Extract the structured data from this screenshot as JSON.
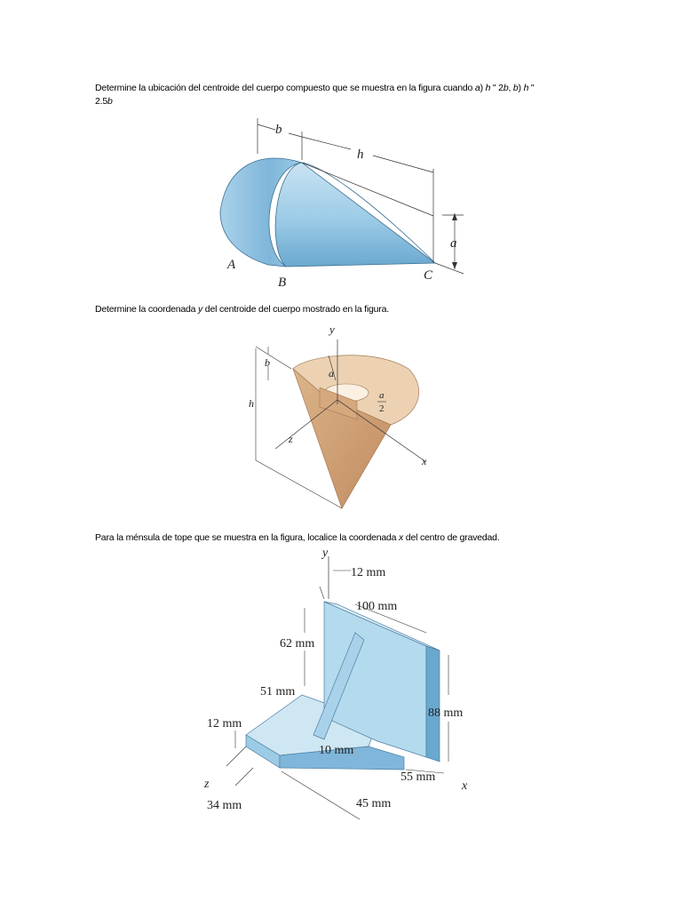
{
  "problems": [
    {
      "parts": [
        "Determine la ubicación del centroide del cuerpo compuesto que se muestra en la figura cuando ",
        "a",
        ") ",
        "h",
        " \" 2",
        "b",
        ", ",
        "b",
        ") ",
        "h",
        " \"",
        "2.5",
        "b"
      ],
      "figure": {
        "labels": {
          "b": "b",
          "h": "h",
          "a": "a",
          "A": "A",
          "B": "B",
          "C": "C"
        }
      }
    },
    {
      "parts": [
        "Determine la coordenada ",
        "y",
        " del centroide del cuerpo mostrado en la figura."
      ],
      "figure": {
        "labels": {
          "y": "y",
          "b": "b",
          "a": "a",
          "h": "h",
          "a2_num": "a",
          "a2_den": "2",
          "z": "z",
          "x": "x"
        }
      }
    },
    {
      "parts": [
        "Para la ménsula de tope que se muestra en la figura, localice la coordenada ",
        "x",
        " del centro de gravedad."
      ],
      "figure": {
        "labels": {
          "y": "y",
          "d12top": "12 mm",
          "d100": "100 mm",
          "d62": "62 mm",
          "d51": "51 mm",
          "d88": "88 mm",
          "d12left": "12 mm",
          "d10": "10 mm",
          "d55": "55 mm",
          "x": "x",
          "z": "z",
          "d34": "34 mm",
          "d45": "45 mm"
        }
      }
    }
  ],
  "colors": {
    "blue_light": "#cfe6f3",
    "blue_mid": "#9ccbe6",
    "blue_dark": "#6aa8cf",
    "tan_light": "#ecd2b3",
    "tan_mid": "#d9b28a",
    "tan_dark": "#c29469"
  }
}
